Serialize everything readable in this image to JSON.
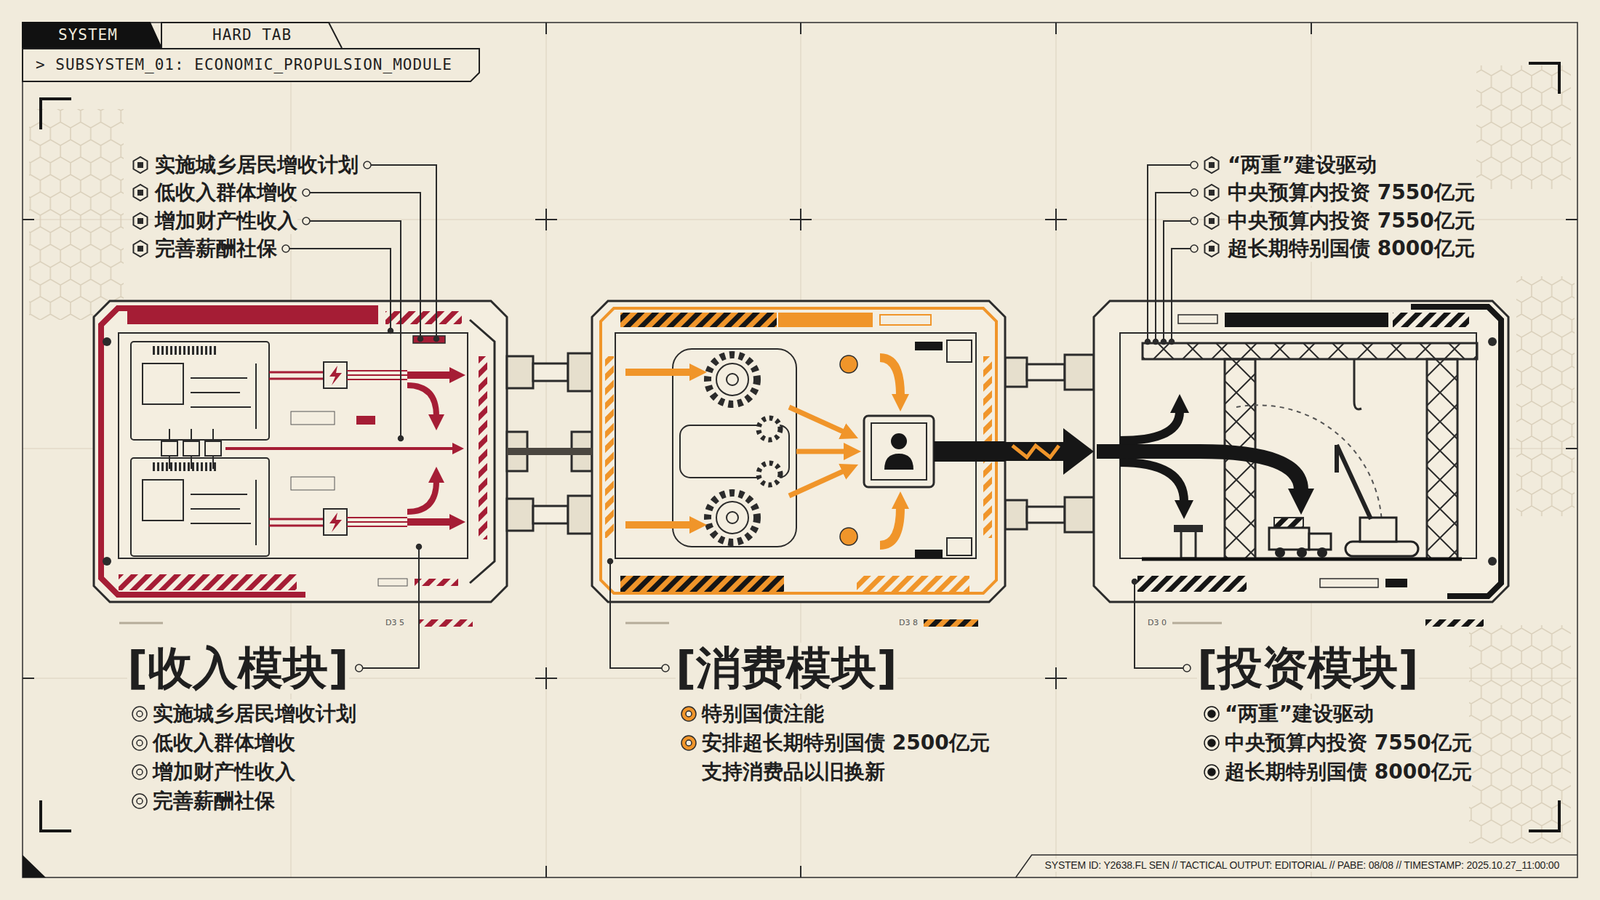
{
  "diagram": {
    "nodes": [
      {
        "text": [
          "SYSTEM"
        ]
      },
      {
        "text": [
          "HARD TAB"
        ]
      },
      {
        "text": [
          "> SUBSYSTEM_01: ECONOMIC_PROPULSION_MODULE"
        ]
      },
      {
        "text": [
          "[收入模块]",
          "实施城乡居民增收计划",
          "低收入群体增收",
          "增加财产性收入",
          "完善薪酬社保"
        ]
      },
      {
        "text": [
          "[消费模块]",
          "特别国债注能",
          "安排超长期特别国债 2500亿元 支持消费品以旧换新"
        ]
      },
      {
        "text": [
          "[投资模块]",
          "“两重”建设驱动",
          "中央预算内投资 7550亿元",
          "超长期特别国债 8000亿元"
        ]
      }
    ],
    "edges": [
      {
        "from": 3,
        "to": 4,
        "arrow": "none"
      },
      {
        "from": 4,
        "to": 5,
        "arrow": "to"
      }
    ],
    "labels": [
      "实施城乡居民增收计划",
      "低收入群体增收",
      "增加财产性收入",
      "完善薪酬社保",
      "“两重”建设驱动",
      "中央预算内投资 7550亿元",
      "中央预算内投资 7550亿元",
      "超长期特别国债 8000亿元",
      "D3 5",
      "D3 8",
      "D3 0",
      "SYSTEM ID: Y2638.FL SEN // TACTICAL OUTPUT: EDITORIAL // PABE: 08/08 // TIMESTAMP: 2025.10.27_11:00:00"
    ]
  }
}
